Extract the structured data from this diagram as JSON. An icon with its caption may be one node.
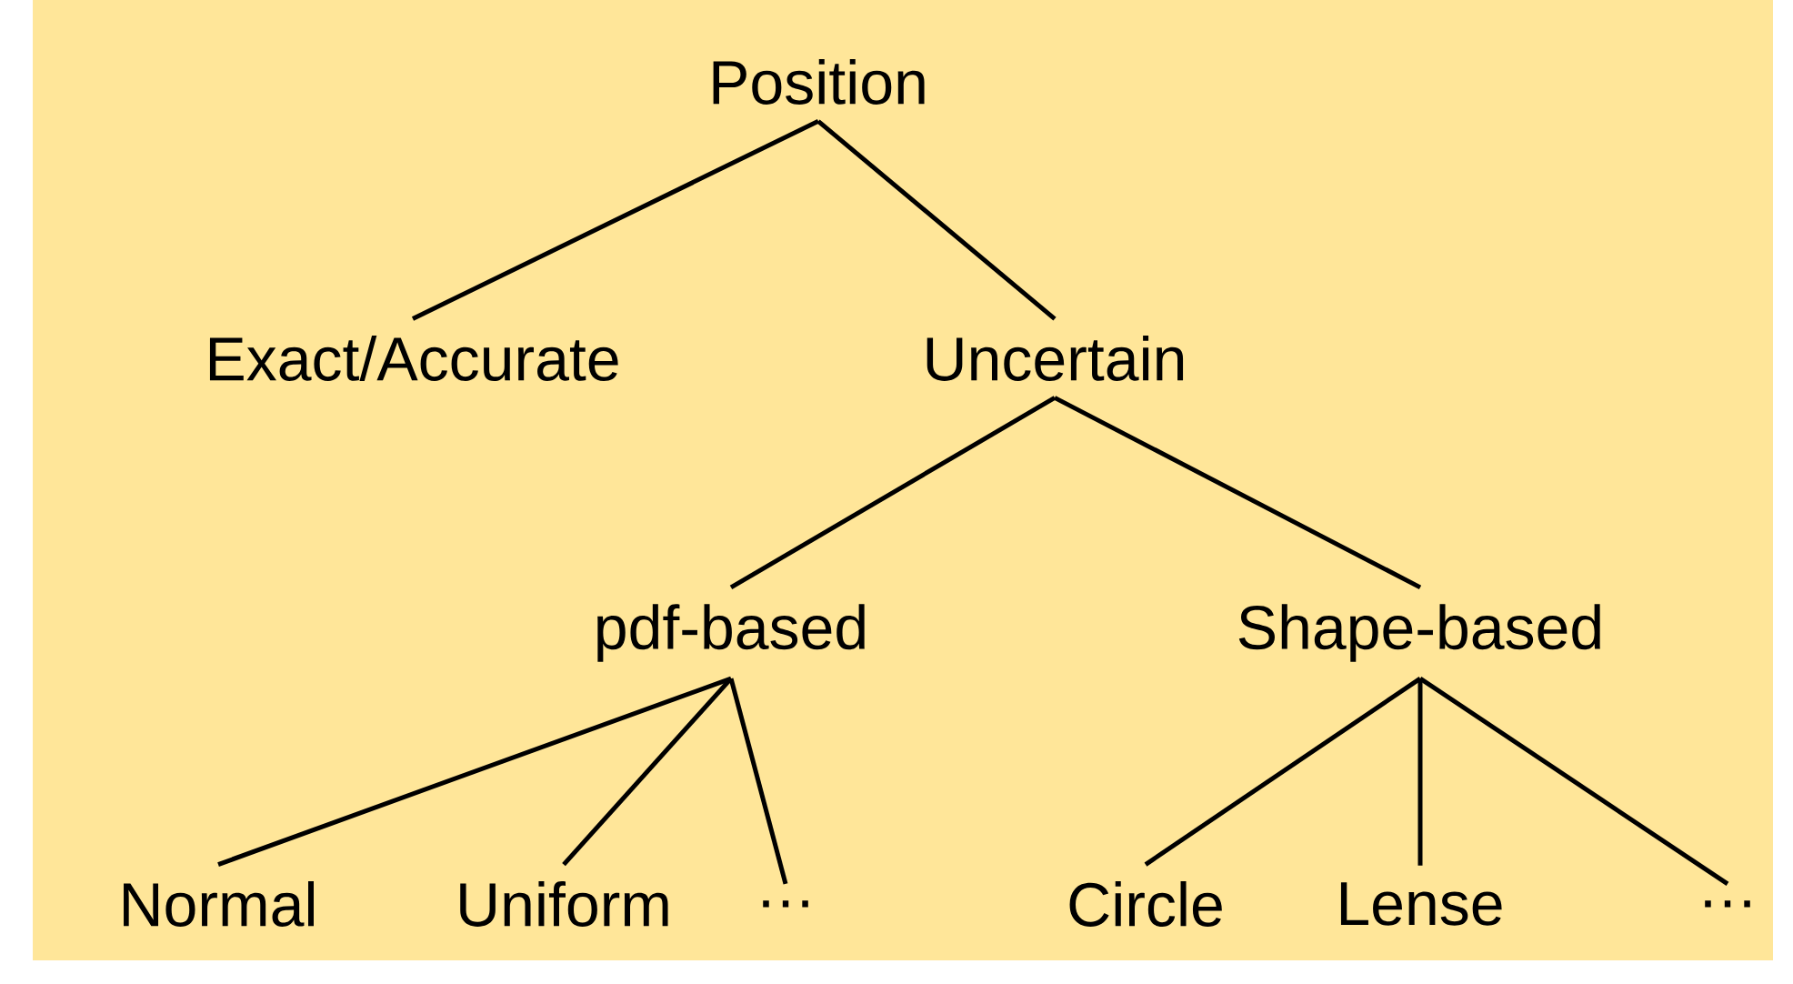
{
  "diagram": {
    "nodes": [
      {
        "text": [
          "Position"
        ]
      },
      {
        "text": [
          "Exact/Accurate"
        ]
      },
      {
        "text": [
          "Uncertain"
        ]
      },
      {
        "text": [
          "pdf-based"
        ]
      },
      {
        "text": [
          "Shape-based"
        ]
      },
      {
        "text": [
          "Normal"
        ]
      },
      {
        "text": [
          "Uniform"
        ]
      },
      {
        "text": [
          "…"
        ]
      },
      {
        "text": [
          "Circle"
        ]
      },
      {
        "text": [
          "Lense"
        ]
      },
      {
        "text": [
          "…"
        ]
      }
    ],
    "edges": [
      {
        "from": 0,
        "to": 1,
        "arrow": "none"
      },
      {
        "from": 0,
        "to": 2,
        "arrow": "none"
      },
      {
        "from": 2,
        "to": 3,
        "arrow": "none"
      },
      {
        "from": 2,
        "to": 4,
        "arrow": "none"
      },
      {
        "from": 3,
        "to": 5,
        "arrow": "none"
      },
      {
        "from": 3,
        "to": 6,
        "arrow": "none"
      },
      {
        "from": 3,
        "to": 7,
        "arrow": "none"
      },
      {
        "from": 4,
        "to": 8,
        "arrow": "none"
      },
      {
        "from": 4,
        "to": 9,
        "arrow": "none"
      },
      {
        "from": 4,
        "to": 10,
        "arrow": "none"
      }
    ]
  }
}
